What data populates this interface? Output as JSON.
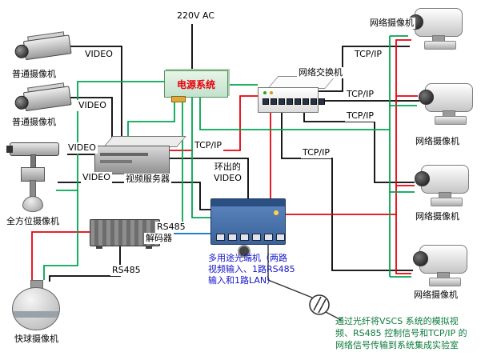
{
  "wire_labels": {
    "ac": "220V AC",
    "video": "VIDEO",
    "tcpip": "TCP/IP",
    "rs485": "RS485",
    "loop_video": "环出的\nVIDEO"
  },
  "devices": {
    "analog_camera": "普通摄像机",
    "omni_camera": "全方位摄像机",
    "speed_dome": "快球摄像机",
    "power_system": "电源系统",
    "video_server": "视频服务器",
    "decoder": "解码器",
    "optical_transceiver": "多用途光端机（两路\n视频输入、1路RS485\n输入和1路LAN）",
    "network_switch": "网络交换机",
    "network_camera": "网络摄像机"
  },
  "note": "通过光纤将VSCS 系统的模拟视\n频、RS485 控制信号和TCP/IP 的\n网络信号传输到系统集成实验室",
  "colors": {
    "power_line": "#00a550",
    "signal_line": "#000000",
    "tcpip_line": "#e8000d",
    "rs485_line": "#0070c0",
    "power_text": "#e8000d",
    "optical_text": "#1414c8",
    "note_text": "#0d7a3c"
  }
}
